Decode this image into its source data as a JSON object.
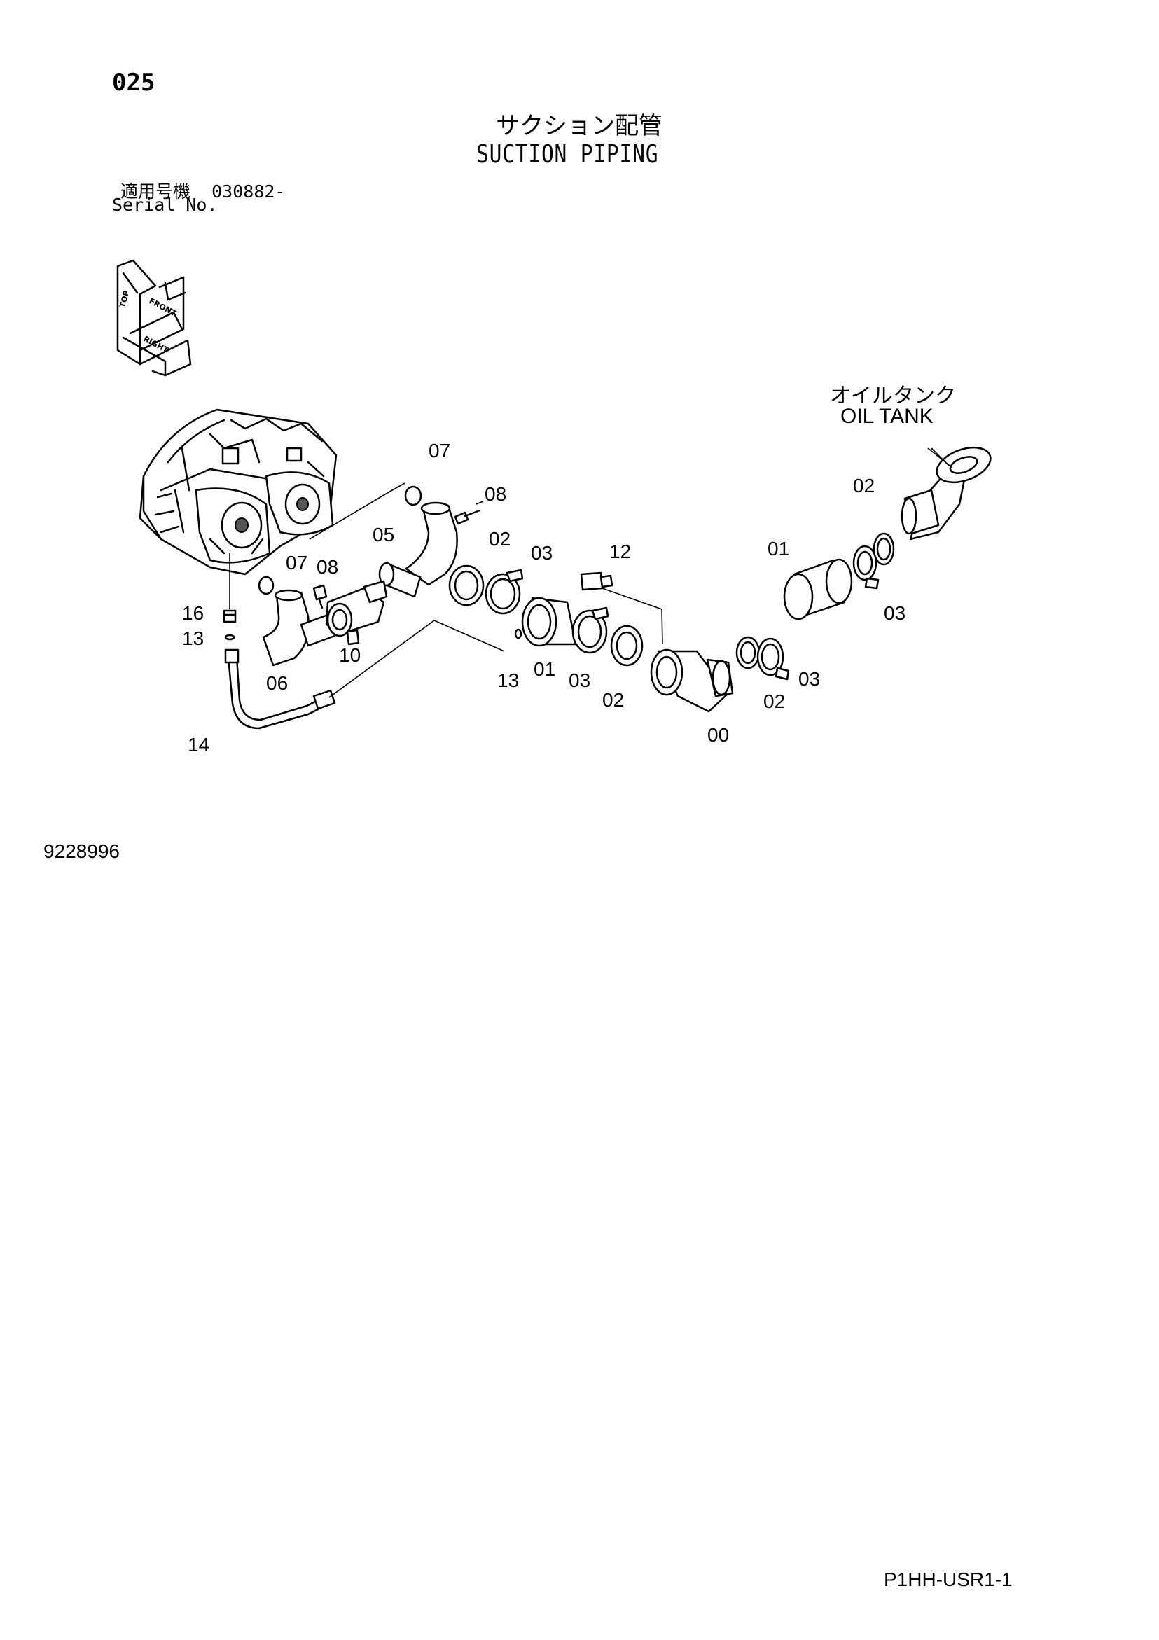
{
  "header": {
    "page_number": "025",
    "title_jp": "サクション配管",
    "title_en": "SUCTION PIPING",
    "serial_label_jp": "適用号機",
    "serial_value": "030882-",
    "serial_label_en": "Serial No."
  },
  "orientation_indicator": {
    "labels": [
      "TOP",
      "FRONT",
      "RIGHT"
    ]
  },
  "tank_label": {
    "jp": "オイルタンク",
    "en": "OIL TANK"
  },
  "callouts": {
    "c07a": "07",
    "c08a": "08",
    "c05": "05",
    "c02a": "02",
    "c03a": "03",
    "c12": "12",
    "c01a": "01",
    "c02b": "02",
    "c03b": "03",
    "c07b": "07",
    "c08b": "08",
    "c16": "16",
    "c13a": "13",
    "c06": "06",
    "c10": "10",
    "c13b": "13",
    "c01b": "01",
    "c03c": "03",
    "c02c": "02",
    "c00": "00",
    "c02d": "02",
    "c03d": "03",
    "c14": "14"
  },
  "footer": {
    "doc_number": "9228996",
    "page_code": "P1HH-USR1-1"
  }
}
